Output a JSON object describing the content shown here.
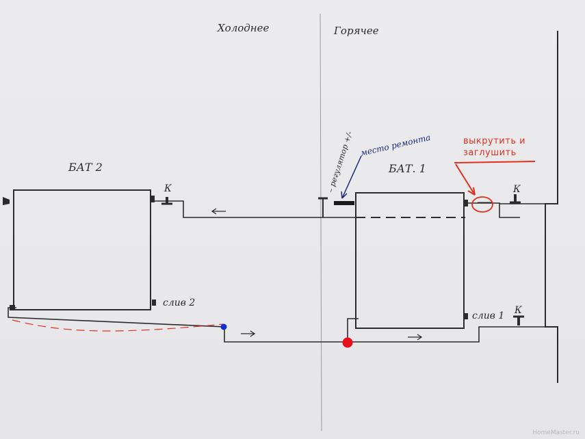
{
  "labels": {
    "cold_side": "Холоднее",
    "hot_side": "Горячее",
    "battery_2": "БАТ 2",
    "battery_1": "БАТ. 1",
    "drain_2": "слив 2",
    "drain_1": "слив 1",
    "valve_k": "К",
    "regulator": "– регулятор +/-",
    "repair_spot": "место ремонта",
    "unscrew_plug": [
      "выкрутить и",
      "заглушить"
    ],
    "watermark": "HomeMaster.ru"
  },
  "colors": {
    "ink": "#2b2b2b",
    "red_note": "#e0301e",
    "blue_note": "#1a2a7a",
    "red_dot": "#e8101a",
    "blue_dot": "#1030d0",
    "paper": "#e9e9ea"
  }
}
